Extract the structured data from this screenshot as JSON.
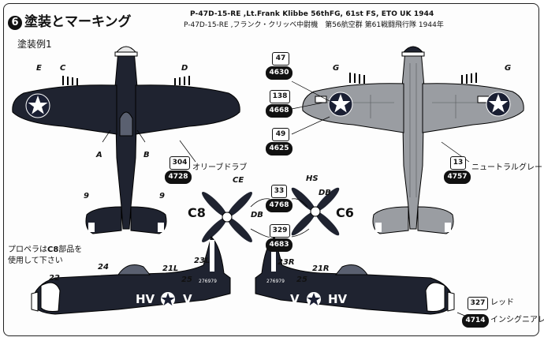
{
  "header": {
    "section_number": "6",
    "title": "塗装とマーキング",
    "scheme_label": "塗装例1",
    "caption_en": "P-47D-15-RE ,Lt.Frank Klibbe 56thFG, 61st FS,  ETO UK 1944",
    "caption_jp": "P-47D-15-RE ,フランク・クリッベ中尉機　第56航空群 第61戦闘飛行隊 1944年"
  },
  "decal_labels": {
    "E": "E",
    "C": "C",
    "D": "D",
    "G_left": "G",
    "G_right": "G",
    "A": "A",
    "B": "B",
    "nine_left": "9",
    "nine_right": "9",
    "CE": "CE",
    "HS": "HS",
    "DB_left": "DB",
    "DB_right": "DB",
    "C8": "C8",
    "C6": "C6",
    "n24": "24",
    "n22": "22",
    "n21L": "21L",
    "n23L": "23L",
    "n25L": "25",
    "n23R": "23R",
    "n21R": "21R",
    "n25R": "25"
  },
  "color_chips": [
    {
      "code": "47",
      "style": "white"
    },
    {
      "code": "4630",
      "style": "black"
    },
    {
      "code": "138",
      "style": "white"
    },
    {
      "code": "4668",
      "style": "black"
    },
    {
      "code": "49",
      "style": "white"
    },
    {
      "code": "4625",
      "style": "black"
    },
    {
      "code": "304",
      "style": "white"
    },
    {
      "code": "4728",
      "style": "black"
    },
    {
      "code": "13",
      "style": "white"
    },
    {
      "code": "4757",
      "style": "black"
    },
    {
      "code": "33",
      "style": "white"
    },
    {
      "code": "4768",
      "style": "black"
    },
    {
      "code": "329",
      "style": "white"
    },
    {
      "code": "4683",
      "style": "black"
    },
    {
      "code": "327",
      "style": "white"
    },
    {
      "code": "4714",
      "style": "black"
    }
  ],
  "color_names": {
    "olive_drab": "オリーブドラブ",
    "neutral_gray": "ニュートラルグレー",
    "red": "レッド",
    "insignia_red": "インシグニアレッド"
  },
  "notes": {
    "propeller_line1": "プロペラは",
    "propeller_part": "C8",
    "propeller_line1_end": "部品を",
    "propeller_line2": "使用して下さい"
  },
  "markings": {
    "code_left": "HV",
    "code_right": "V",
    "code_left_r": "V",
    "code_right_r": "HV",
    "serial": "276979"
  },
  "colors": {
    "olive_drab": "#1f2330",
    "neutral_gray": "#9a9da2",
    "insignia_blue": "#1a1f33",
    "white": "#ffffff"
  }
}
